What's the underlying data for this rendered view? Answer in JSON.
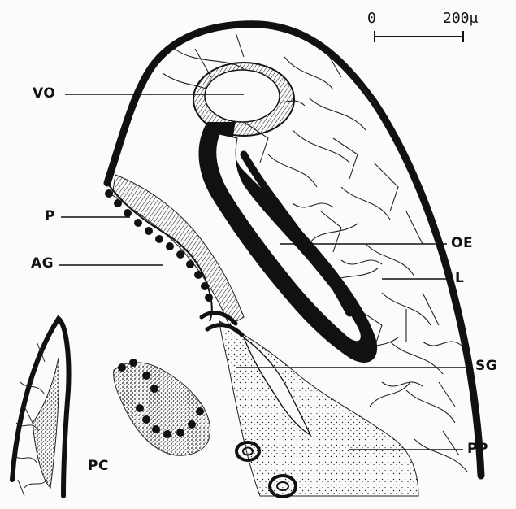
{
  "figure": {
    "scale_bar": {
      "start_label": "0",
      "end_label": "200μ"
    },
    "labels": {
      "vo": "VO",
      "p": "P",
      "ag": "AG",
      "oe": "OE",
      "l": "L",
      "sg": "SG",
      "pp": "PP",
      "pc": "PC"
    },
    "colors": {
      "ink": "#111111",
      "background": "#fbfbfb"
    }
  }
}
